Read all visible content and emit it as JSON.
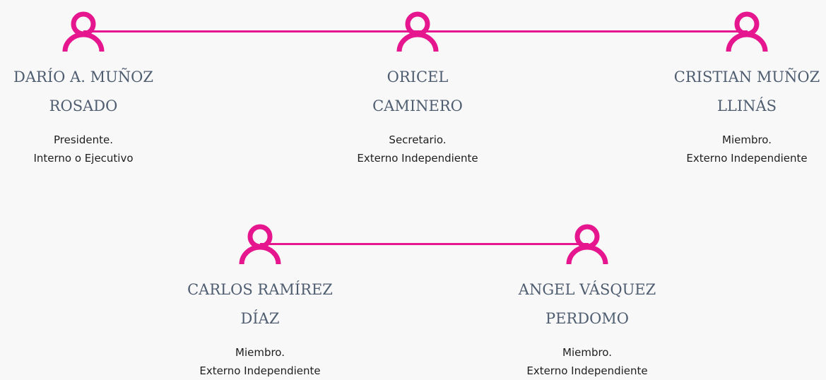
{
  "accent_color": "#e6168f",
  "members": [
    {
      "name_lines": [
        "DARÍO A. MUÑOZ",
        "ROSADO"
      ],
      "role": "Presidente.",
      "category": "Interno o Ejecutivo",
      "icon": "person-icon"
    },
    {
      "name_lines": [
        "ORICEL",
        "CAMINERO"
      ],
      "role": "Secretario.",
      "category": "Externo Independiente",
      "icon": "person-icon"
    },
    {
      "name_lines": [
        "CRISTIAN MUÑOZ",
        "LLINÁS"
      ],
      "role": "Miembro.",
      "category": "Externo Independiente",
      "icon": "person-icon"
    },
    {
      "name_lines": [
        "CARLOS RAMÍREZ",
        "DÍAZ"
      ],
      "role": "Miembro.",
      "category": "Externo Independiente",
      "icon": "person-icon"
    },
    {
      "name_lines": [
        "ANGEL VÁSQUEZ",
        "PERDOMO"
      ],
      "role": "Miembro.",
      "category": "Externo Independiente",
      "icon": "person-icon"
    }
  ]
}
